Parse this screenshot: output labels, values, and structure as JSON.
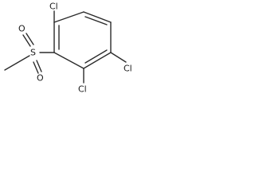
{
  "atoms": {
    "cl_top": "Cl",
    "cl_right": "Cl",
    "cl_bottom": "Cl",
    "sulfur": "S",
    "oxygen_upper": "O",
    "oxygen_lower": "O"
  },
  "colors": {
    "bond": "#2b2b2b",
    "text": "#1a1a1a",
    "background": "#ffffff"
  }
}
